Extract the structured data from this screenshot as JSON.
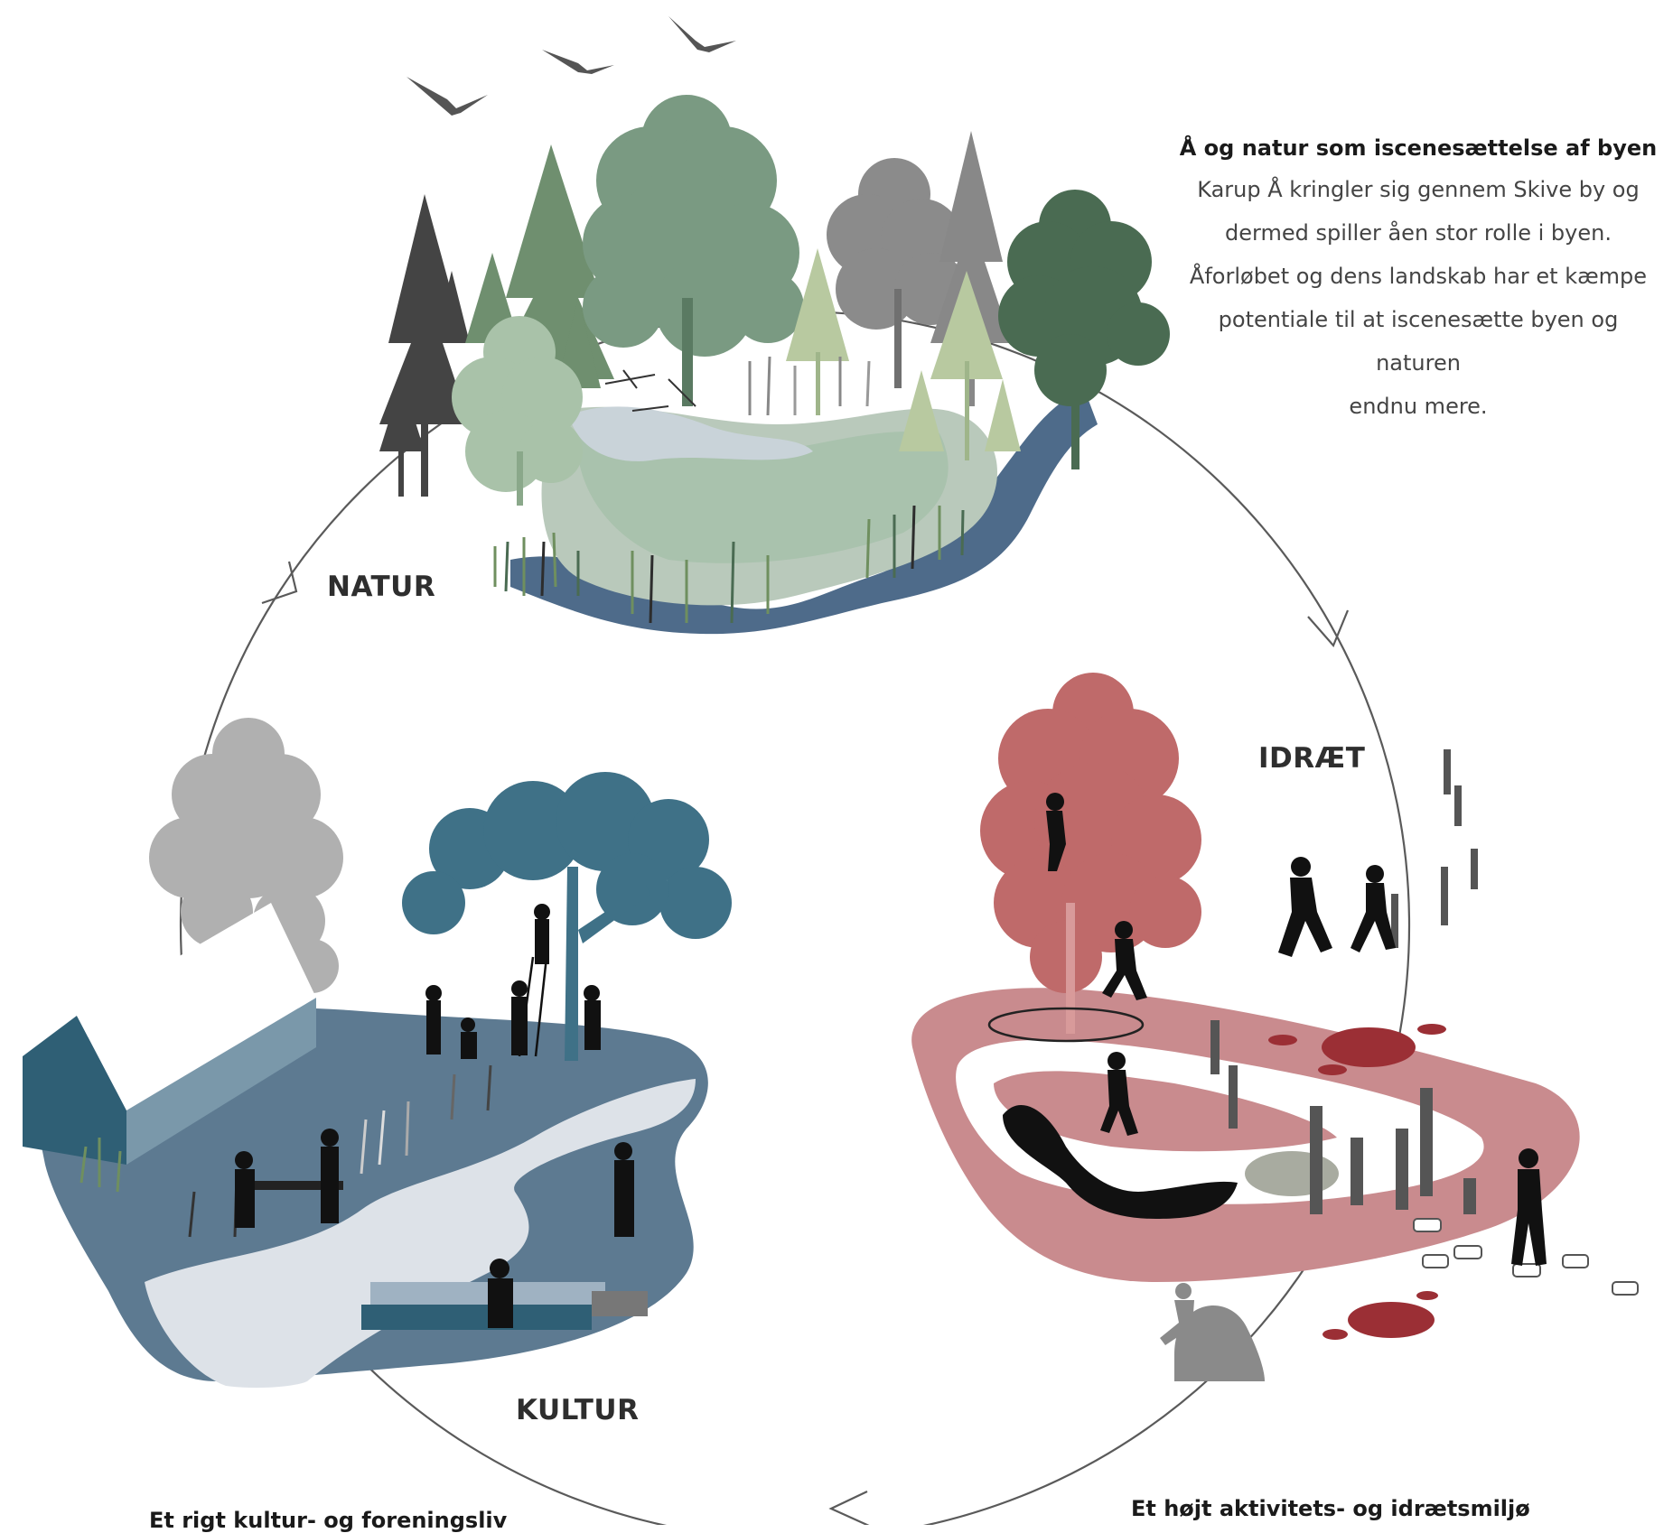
{
  "labels": {
    "natur": "NATUR",
    "idraet": "IDRÆT",
    "kultur": "KULTUR"
  },
  "nature_caption": {
    "title": "Å og natur som iscenesættelse af byen",
    "lines": [
      "Karup Å kringler sig gennem Skive by og",
      "dermed spiller åen stor rolle i byen.",
      "Åforløbet og dens landskab har et kæmpe",
      "potentiale til at iscenesætte byen og naturen",
      "endnu mere."
    ]
  },
  "bottom_captions": {
    "culture": "Et rigt kultur- og foreningsliv",
    "sport": "Et højt aktivitets- og idrætsmiljø"
  },
  "colors": {
    "cycle": "#5a5a5a",
    "nature_greens": [
      "#7a9a82",
      "#4a6b52",
      "#a9c2a9",
      "#6f8f5f"
    ],
    "water": "#4e6b8a",
    "sport_red": "#c97b7b",
    "sport_dark_red": "#9b2f35",
    "culture_blue": "#5d7a91",
    "culture_tree": "#3f7187",
    "silhouette": "#111111"
  }
}
